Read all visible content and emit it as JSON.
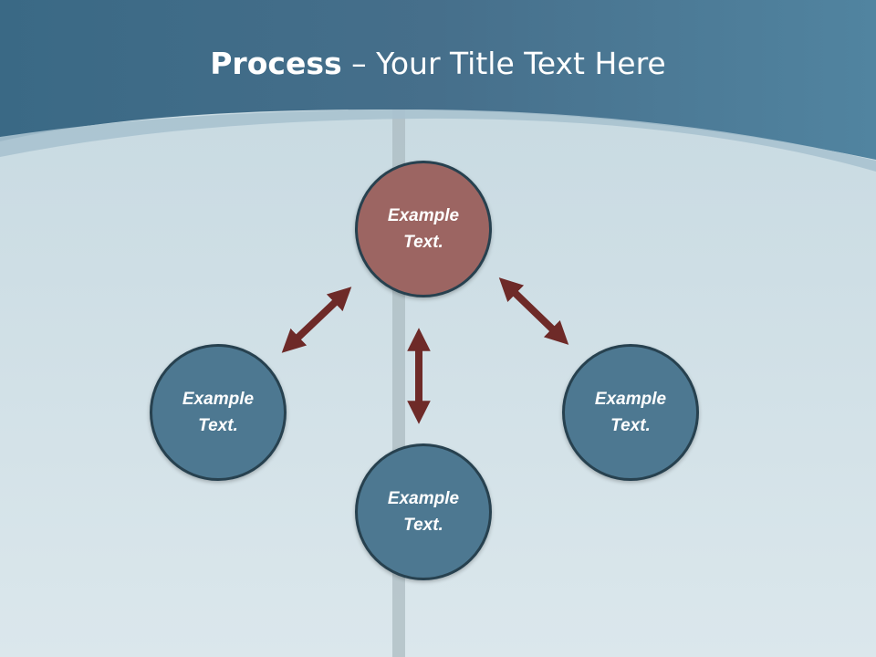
{
  "slide": {
    "title_bold": "Process",
    "title_rest": " – Your Title Text Here"
  },
  "nodes": [
    {
      "label": "Example Text.",
      "color": "#9c6562",
      "role": "top"
    },
    {
      "label": "Example Text.",
      "color": "#4d7891",
      "role": "left"
    },
    {
      "label": "Example Text.",
      "color": "#4d7891",
      "role": "right"
    },
    {
      "label": "Example Text.",
      "color": "#4d7891",
      "role": "bottom"
    }
  ],
  "colors": {
    "header": "#3e6e8a",
    "arrow": "#6e2a28",
    "node_border": "#27414f"
  }
}
